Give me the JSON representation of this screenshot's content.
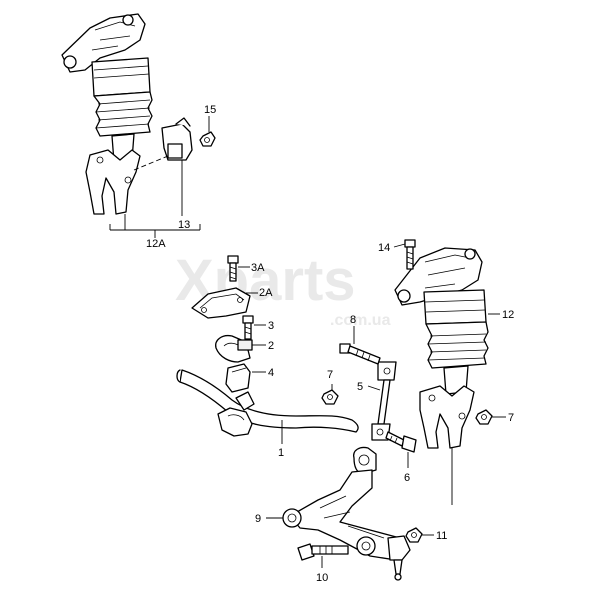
{
  "watermark": {
    "main": "Xparts",
    "sub": ".com.ua"
  },
  "callouts": {
    "c1": "1",
    "c2": "2",
    "c2a": "2A",
    "c3": "3",
    "c3a": "3A",
    "c4": "4",
    "c5": "5",
    "c6": "6",
    "c7a": "7",
    "c7b": "7",
    "c8": "8",
    "c9": "9",
    "c10": "10",
    "c11": "11",
    "c12": "12",
    "c12a": "12A",
    "c13": "13",
    "c14": "14",
    "c15": "15"
  }
}
